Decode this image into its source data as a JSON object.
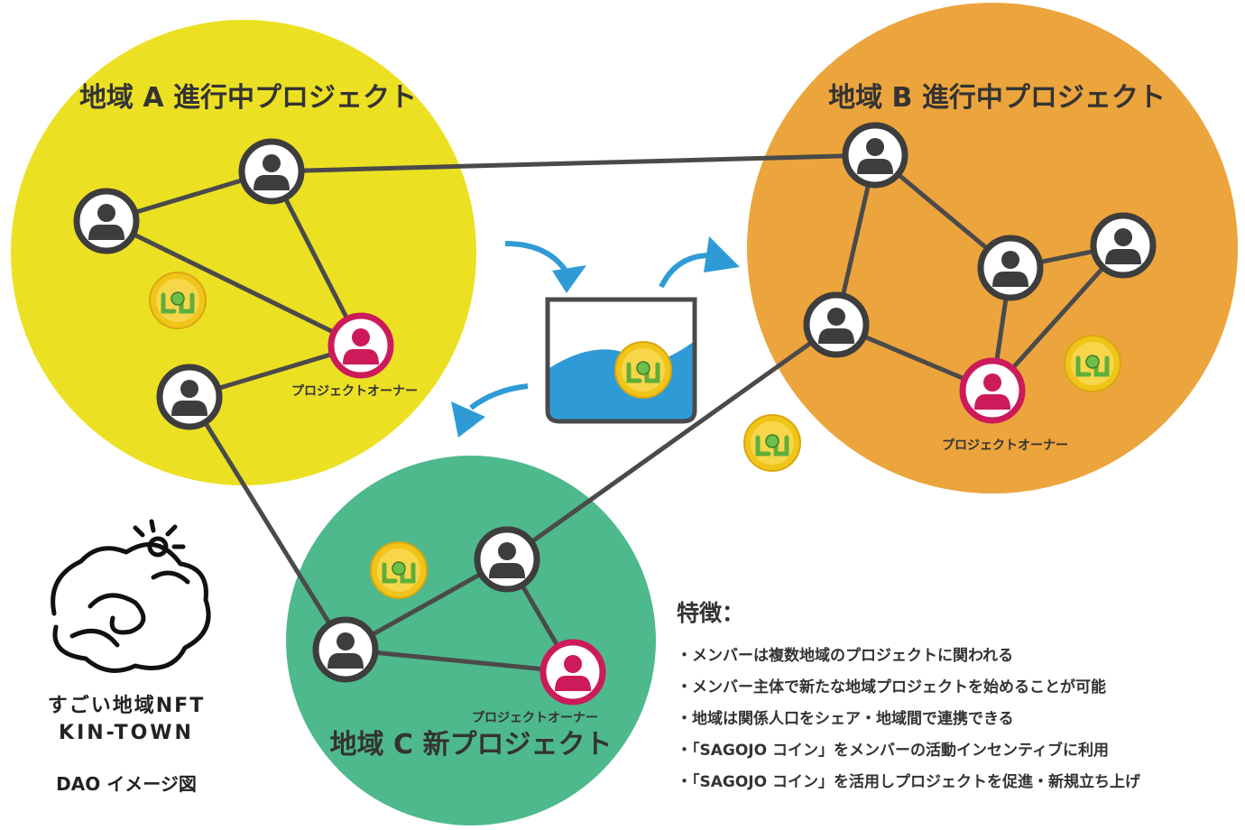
{
  "regions": {
    "a": {
      "title": "地域 A 進行中プロジェクト",
      "color": "#ece023"
    },
    "b": {
      "title": "地域 B 進行中プロジェクト",
      "color": "#eca43c"
    },
    "c": {
      "title": "地域 C 新プロジェクト",
      "color": "#4eb98c"
    }
  },
  "owner_label": "プロジェクトオーナー",
  "colors": {
    "member": "#3d3d3d",
    "owner": "#cc1a5b",
    "line": "#4a4a4a",
    "arrow": "#2f9bd6",
    "water": "#2f9bd6",
    "coin": "#f0c419"
  },
  "features": {
    "heading": "特徴：",
    "items": [
      "・メンバーは複数地域のプロジェクトに関われる",
      "・メンバー主体で新たな地域プロジェクトを始めることが可能",
      "・地域は関係人口をシェア・地域間で連携できる",
      "・「SAGOJO コイン」をメンバーの活動インセンティブに利用",
      "・「SAGOJO コイン」を活用しプロジェクトを促進・新規立ち上げ"
    ]
  },
  "logo": {
    "line1": "すごい地域NFT",
    "line2": "KIN-TOWN",
    "caption": "DAO イメージ図"
  }
}
